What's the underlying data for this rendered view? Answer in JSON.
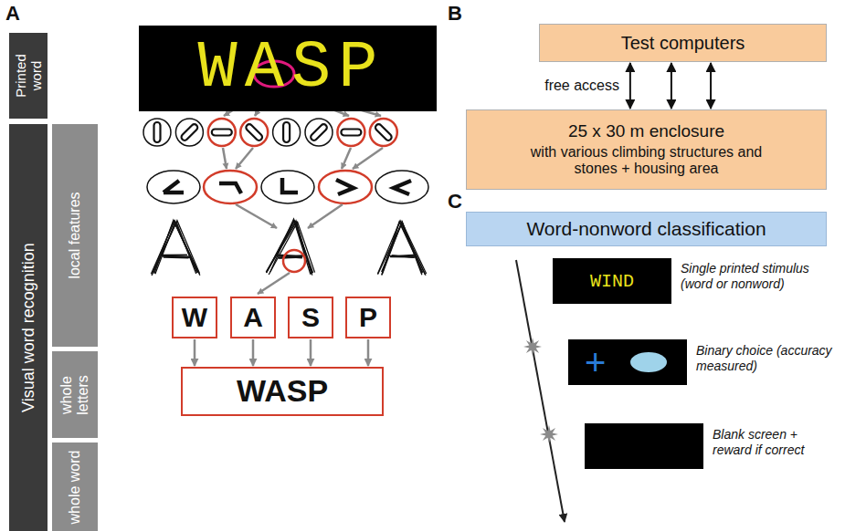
{
  "diagram": {
    "nodes": [
      {
        "text": [
          "Printed word"
        ]
      },
      {
        "text": [
          "Visual word recognition"
        ]
      },
      {
        "text": [
          "local features"
        ]
      },
      {
        "text": [
          "whole letters"
        ]
      },
      {
        "text": [
          "whole word"
        ]
      },
      {
        "text": [
          "WASP"
        ]
      },
      {
        "text": [
          "W"
        ]
      },
      {
        "text": [
          "A"
        ]
      },
      {
        "text": [
          "S"
        ]
      },
      {
        "text": [
          "P"
        ]
      },
      {
        "text": [
          "WASP"
        ]
      },
      {
        "text": [
          "Test computers"
        ]
      },
      {
        "text": [
          "25 x 30 m enclosure",
          "with various climbing structures and stones + housing area"
        ]
      },
      {
        "text": [
          "Word-nonword classification"
        ]
      },
      {
        "text": [
          "WIND"
        ]
      },
      {
        "text": [
          "+"
        ]
      }
    ],
    "edges": [
      {
        "from": 6,
        "to": 10,
        "arrow": "to"
      },
      {
        "from": 7,
        "to": 10,
        "arrow": "to"
      },
      {
        "from": 8,
        "to": 10,
        "arrow": "to"
      },
      {
        "from": 9,
        "to": 10,
        "arrow": "to"
      },
      {
        "from": 11,
        "to": 12,
        "arrow": "both"
      },
      {
        "from": 11,
        "to": 12,
        "arrow": "both"
      },
      {
        "from": 11,
        "to": 12,
        "arrow": "both"
      }
    ],
    "labels": [
      "A",
      "B",
      "C",
      "free access",
      "Single printed stimulus (word or nonword)",
      "Binary choice (accuracy measured)",
      "Blank screen + reward if correct"
    ]
  }
}
